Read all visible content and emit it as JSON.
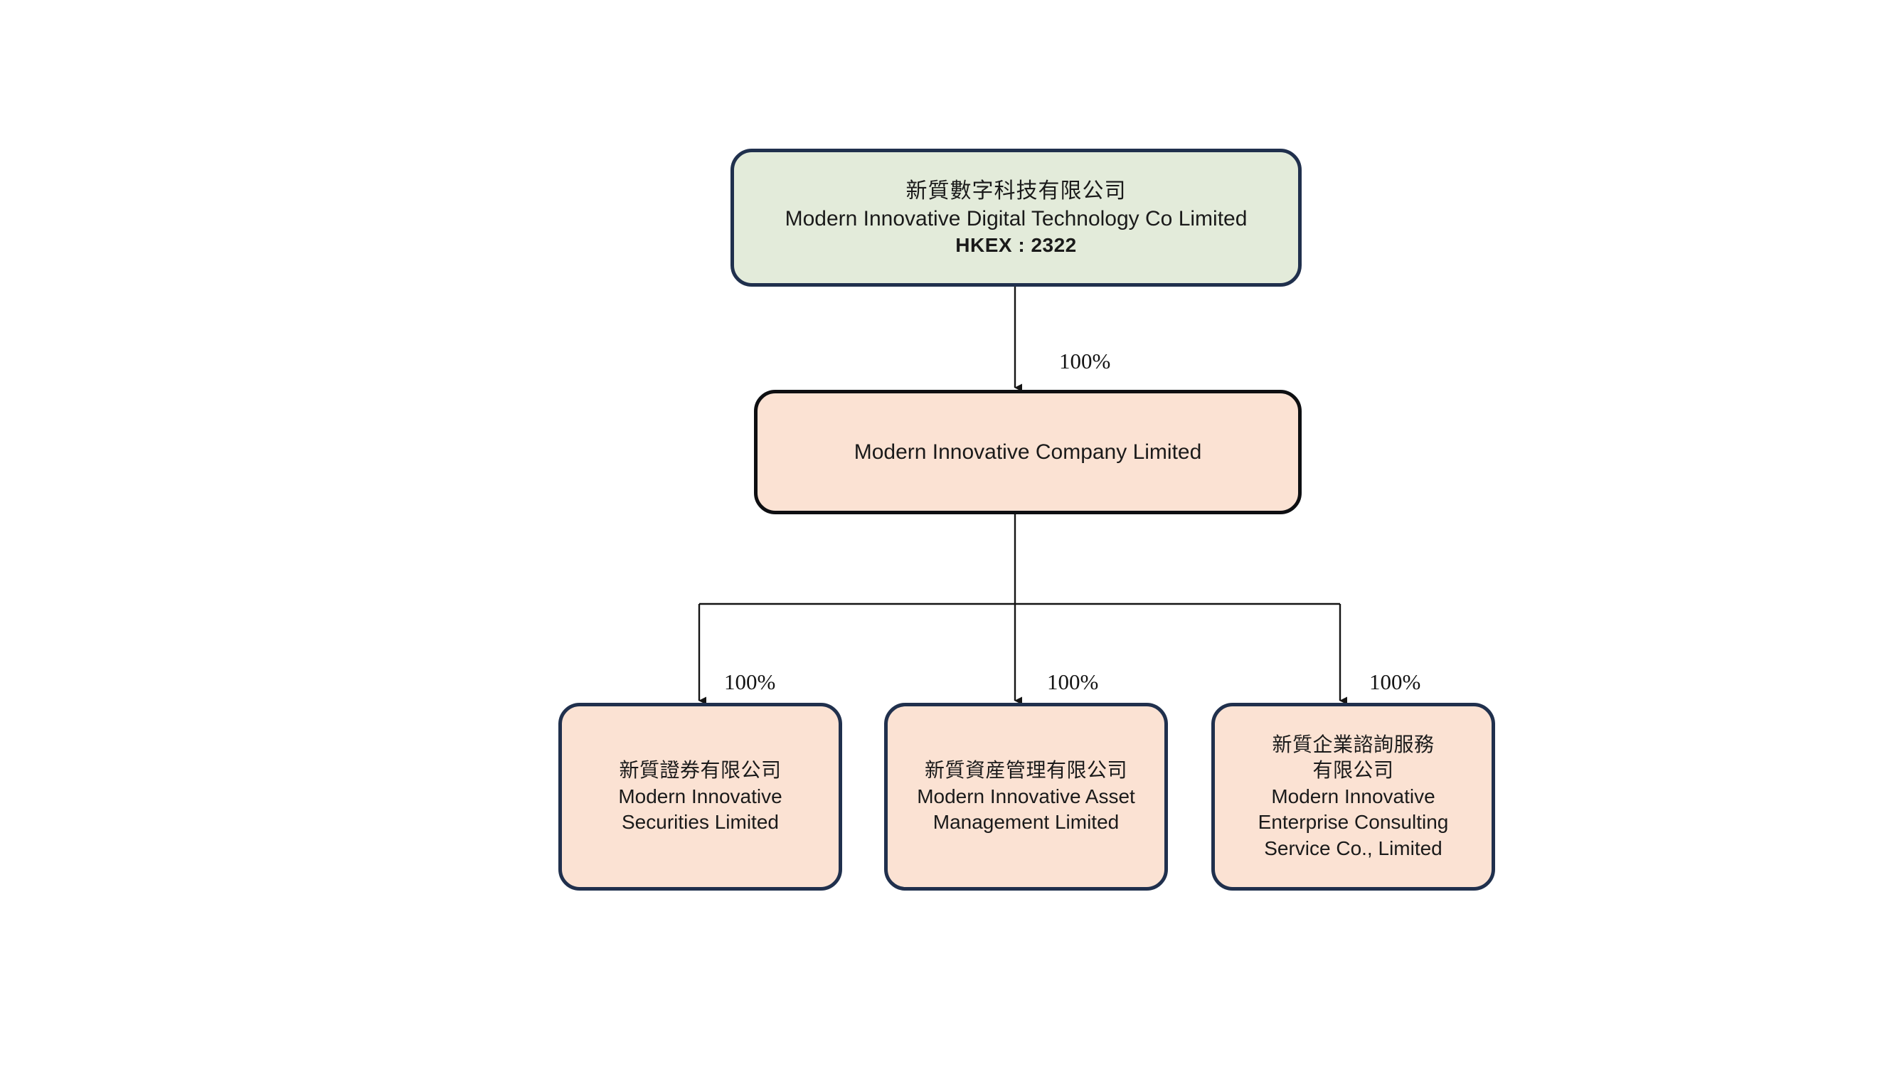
{
  "diagram": {
    "title": "Corporate group structure chart",
    "background_color": "#ffffff",
    "colors": {
      "root_fill": "#e3ebda",
      "subsidiary_fill": "#fbe2d3",
      "navy_border": "#20304d",
      "black_border": "#0e0f12",
      "connector": "#141414",
      "text": "#1a1a1a"
    },
    "nodes": {
      "root": {
        "name_cn": "新質數字科技有限公司",
        "name_en": "Modern Innovative Digital Technology Co Limited",
        "listing": "HKEX : 2322"
      },
      "mid": {
        "name_en": "Modern Innovative Company Limited"
      },
      "leaves": [
        {
          "name_cn": "新質證券有限公司",
          "name_en_1": "Modern Innovative",
          "name_en_2": "Securities Limited"
        },
        {
          "name_cn": "新質資産管理有限公司",
          "name_en_1": "Modern Innovative Asset",
          "name_en_2": "Management Limited"
        },
        {
          "name_cn_1": "新質企業諮詢服務",
          "name_cn_2": "有限公司",
          "name_en_1": "Modern Innovative",
          "name_en_2": "Enterprise Consulting",
          "name_en_3": "Service Co., Limited"
        }
      ]
    },
    "edges": {
      "root_to_mid": "100%",
      "mid_to_leaf_1": "100%",
      "mid_to_leaf_2": "100%",
      "mid_to_leaf_3": "100%"
    }
  }
}
